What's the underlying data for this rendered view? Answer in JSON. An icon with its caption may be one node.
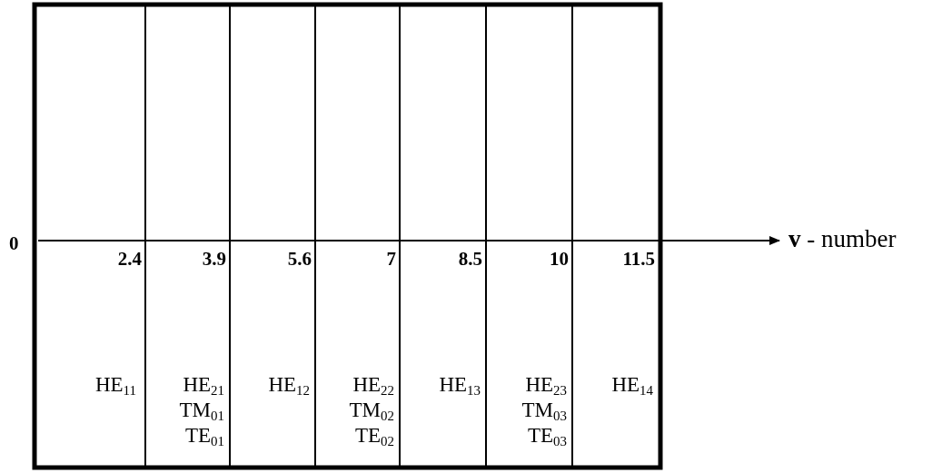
{
  "diagram": {
    "labels": [
      "0",
      "2.4",
      "3.9",
      "5.6",
      "7",
      "8.5",
      "10",
      "11.5",
      "**v** - number",
      "HE$_{11}$",
      "HE$_{21}$",
      "TM$_{01}$",
      "TE$_{01}$",
      "HE$_{12}$",
      "HE$_{22}$",
      "TM$_{02}$",
      "TE$_{02}$",
      "HE$_{13}$",
      "HE$_{23}$",
      "TM$_{03}$",
      "TE$_{03}$",
      "HE$_{14}$"
    ]
  }
}
